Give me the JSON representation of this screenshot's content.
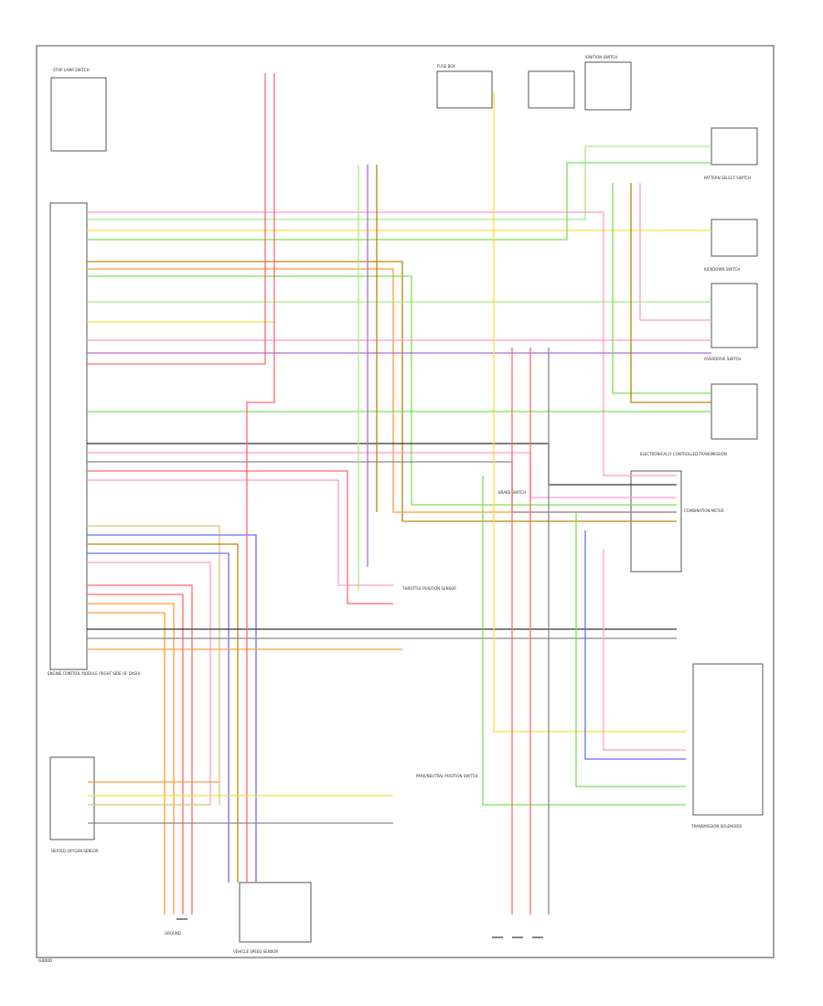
{
  "diagram": {
    "footer_code": "G0000",
    "components": {
      "ecm": "ENGINE CONTROL MODULE (RIGHT SIDE OF DASH)",
      "oxygen_sensor": "HEATED OXYGEN SENSOR",
      "vss": "VEHICLE SPEED SENSOR",
      "overdrive_switch": "OVERDRIVE SWITCH",
      "throttle_position": "THROTTLE POSITION SENSOR",
      "transmission": "ELECTRONICALLY CONTROLLED TRANSMISSION",
      "solenoids": "TRANSMISSION SOLENOIDS",
      "neutral_safety": "PARK/NEUTRAL POSITION SWITCH",
      "combination_meter": "COMBINATION METER",
      "stop_lamp": "STOP LAMP SWITCH",
      "pattern_select": "PATTERN SELECT SWITCH",
      "kickdown": "KICKDOWN SWITCH",
      "brake": "BRAKE SWITCH",
      "fuse_box": "FUSE BOX",
      "ignition": "IGNITION SWITCH",
      "ground": "GROUND"
    },
    "wire_colors": {
      "red": "#ff6b6b",
      "pink": "#ff9ec8",
      "yellow": "#f0e040",
      "green": "#7ddf5c",
      "lightgreen": "#a8ec86",
      "blue": "#6a6aff",
      "orange": "#ff9a3c",
      "brown": "#b8860b",
      "violet": "#b06ad0",
      "gray": "#8a8a8a",
      "black": "#333333",
      "tan": "#d8c27a"
    }
  }
}
